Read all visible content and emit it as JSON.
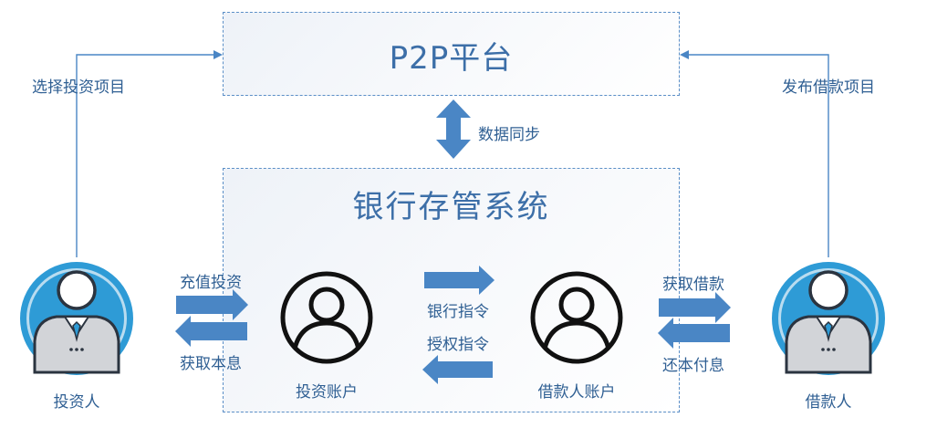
{
  "platform": {
    "title": "P2P平台"
  },
  "bank": {
    "title": "银行存管系统"
  },
  "sync": {
    "label": "数据同步"
  },
  "investor": {
    "name": "投资人",
    "select_label": "选择投资项目"
  },
  "borrower": {
    "name": "借款人",
    "publish_label": "发布借款项目"
  },
  "investor_account": {
    "name": "投资账户"
  },
  "borrower_account": {
    "name": "借款人账户"
  },
  "flows": {
    "recharge": "充值投资",
    "get_principal": "获取本息",
    "bank_instruction": "银行指令",
    "auth_instruction": "授权指令",
    "get_loan": "获取借款",
    "repay": "还本付息"
  },
  "colors": {
    "accent": "#4a86c5",
    "avatar_circle": "#2e9bd6",
    "body_gray": "#d2d4d8",
    "dashed_border": "#5b8fc7"
  }
}
